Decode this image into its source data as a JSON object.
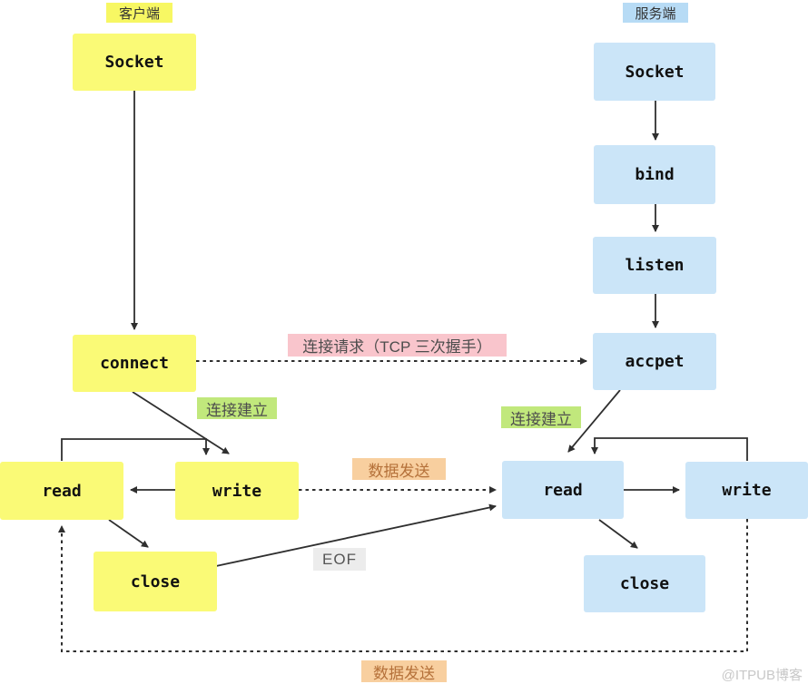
{
  "headers": {
    "client": "客户端",
    "server": "服务端"
  },
  "boxes": {
    "client": {
      "socket": "Socket",
      "connect": "connect",
      "read": "read",
      "write": "write",
      "close": "close"
    },
    "server": {
      "socket": "Socket",
      "bind": "bind",
      "listen": "listen",
      "accpet": "accpet",
      "read": "read",
      "write": "write",
      "close": "close"
    }
  },
  "labels": {
    "connection_request": "连接请求（TCP 三次握手）",
    "connection_established_client": "连接建立",
    "connection_established_server": "连接建立",
    "data_send_top": "数据发送",
    "data_send_bottom": "数据发送",
    "eof": "EOF"
  },
  "watermark": "@ITPUB博客",
  "colors": {
    "client_box": "#FAFA76",
    "server_box": "#CBE5F8",
    "client_header_bg": "#F7F763",
    "server_header_bg": "#B7DBF5",
    "pink_label_bg": "#F9C5CC",
    "green_label_bg": "#C1E87C",
    "orange_label_bg": "#F8CF9F",
    "gray_label_bg": "#ECECEC",
    "arrow": "#2F2F2F",
    "box_text": "#111111",
    "label_text": "#4D4D4D",
    "orange_label_text": "#B5713A",
    "watermark_text": "#C8C8C8"
  }
}
